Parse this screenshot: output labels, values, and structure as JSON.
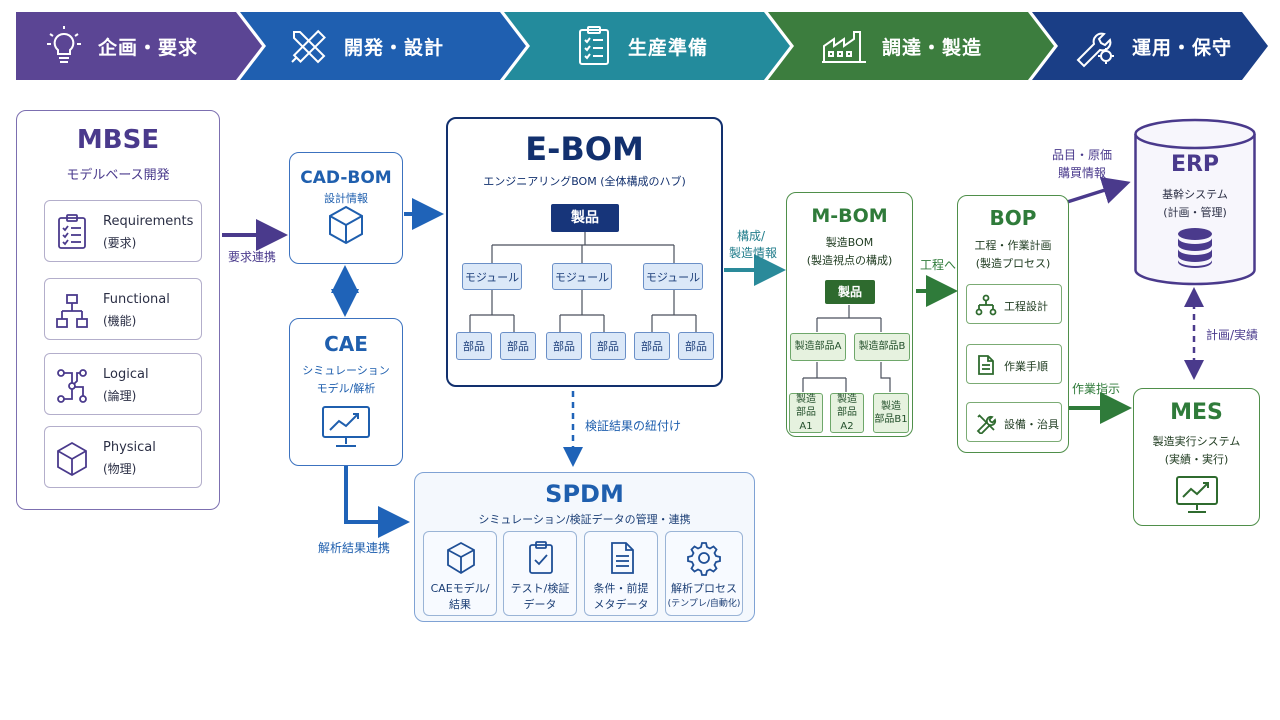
{
  "phases": [
    {
      "label": "企画・要求",
      "icon": "lightbulb-icon",
      "color": "#5b4594"
    },
    {
      "label": "開発・設計",
      "icon": "pencil-ruler-icon",
      "color": "#1f5fb0"
    },
    {
      "label": "生産準備",
      "icon": "clipboard-check-icon",
      "color": "#238b9c"
    },
    {
      "label": "調達・製造",
      "icon": "factory-icon",
      "color": "#3c7d3e"
    },
    {
      "label": "運用・保守",
      "icon": "wrench-gear-icon",
      "color": "#1a3e86"
    }
  ],
  "mbse": {
    "title": "MBSE",
    "subtitle": "モデルベース開発",
    "items": [
      {
        "name": "Requirements",
        "jp": "(要求)",
        "icon": "requirements-icon"
      },
      {
        "name": "Functional",
        "jp": "(機能)",
        "icon": "functional-icon"
      },
      {
        "name": "Logical",
        "jp": "(論理)",
        "icon": "logical-icon"
      },
      {
        "name": "Physical",
        "jp": "(物理)",
        "icon": "cube-icon"
      }
    ]
  },
  "cadbom": {
    "title": "CAD-BOM",
    "subtitle": "設計情報",
    "icon": "cube-icon"
  },
  "cae": {
    "title": "CAE",
    "line1": "シミュレーション",
    "line2": "モデル/解析",
    "icon": "monitor-chart-icon"
  },
  "ebom": {
    "title": "E-BOM",
    "subtitle": "エンジニアリングBOM (全体構成のハブ)",
    "root": "製品",
    "modules": [
      "モジュール",
      "モジュール",
      "モジュール"
    ],
    "parts": [
      "部品",
      "部品",
      "部品",
      "部品",
      "部品",
      "部品"
    ]
  },
  "spdm": {
    "title": "SPDM",
    "subtitle": "シミュレーション/検証データの管理・連携",
    "items": [
      {
        "l1": "CAEモデル/",
        "l2": "結果",
        "icon": "cube-icon"
      },
      {
        "l1": "テスト/検証",
        "l2": "データ",
        "icon": "clipboard-check-icon"
      },
      {
        "l1": "条件・前提",
        "l2": "メタデータ",
        "icon": "document-icon"
      },
      {
        "l1": "解析プロセス",
        "l2": "(テンプレ/自動化)",
        "icon": "gear-icon"
      }
    ]
  },
  "mbom": {
    "title": "M-BOM",
    "subtitle1": "製造BOM",
    "subtitle2": "(製造視点の構成)",
    "root": "製品",
    "subs": [
      "製造部品A",
      "製造部品B"
    ],
    "parts": [
      {
        "l1": "製造",
        "l2": "部品A1"
      },
      {
        "l1": "製造",
        "l2": "部品A2"
      },
      {
        "l1": "製造",
        "l2": "部品B1"
      }
    ]
  },
  "bop": {
    "title": "BOP",
    "subtitle1": "工程・作業計画",
    "subtitle2": "(製造プロセス)",
    "items": [
      {
        "label": "工程設計",
        "icon": "process-tree-icon"
      },
      {
        "label": "作業手順",
        "icon": "document-icon"
      },
      {
        "label": "設備・治具",
        "icon": "tools-icon"
      }
    ]
  },
  "erp": {
    "title": "ERP",
    "subtitle1": "基幹システム",
    "subtitle2": "(計画・管理)",
    "icon": "database-icon"
  },
  "mes": {
    "title": "MES",
    "subtitle1": "製造実行システム",
    "subtitle2": "(実績・実行)",
    "icon": "monitor-chart-icon"
  },
  "edges": {
    "req_link": "要求連携",
    "verify_link": "検証結果の紐付け",
    "analysis_link": "解析結果連携",
    "config1": "構成/",
    "config2": "製造情報",
    "to_process": "工程へ",
    "erp1": "品目・原価",
    "erp2": "購買情報",
    "plan_actual": "計画/実績",
    "work_order": "作業指示"
  }
}
